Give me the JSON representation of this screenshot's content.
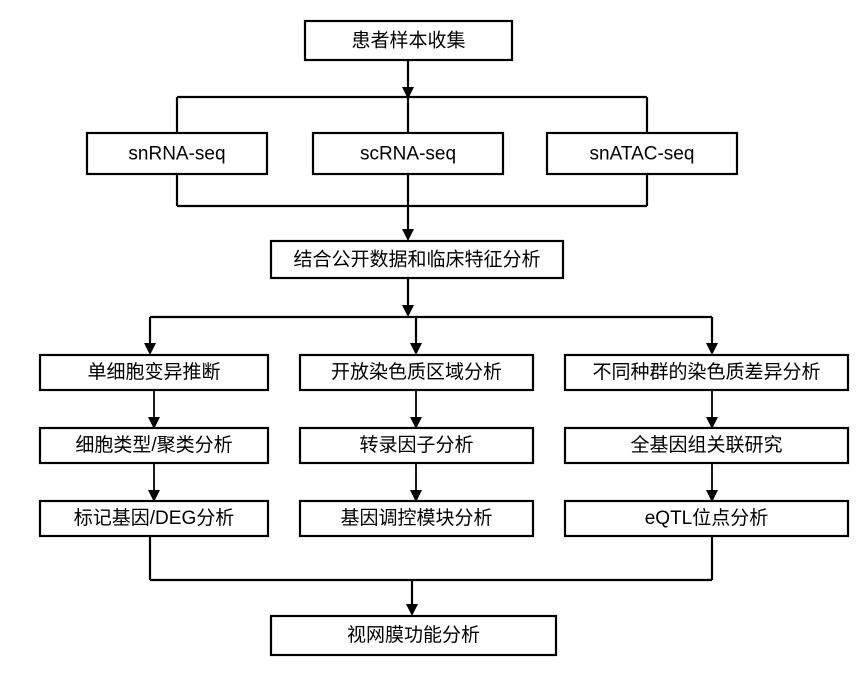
{
  "diagram": {
    "title": "Single-cell multi-omics retinal analysis workflow",
    "background_color": "#ffffff",
    "line_color": "#000000",
    "text_color": "#000000",
    "nodes": {
      "sample_collection": "患者样本收集",
      "snrna_seq": "snRNA-seq",
      "scrna_seq": "scRNA-seq",
      "snatac_seq": "snATAC-seq",
      "combined_analysis": "结合公开数据和临床特征分析",
      "col1_row1": "单细胞变异推断",
      "col1_row2": "细胞类型/聚类分析",
      "col1_row3": "标记基因/DEG分析",
      "col2_row1": "开放染色质区域分析",
      "col2_row2": "转录因子分析",
      "col2_row3": "基因调控模块分析",
      "col3_row1": "不同种群的染色质差异分析",
      "col3_row2": "全基因组关联研究",
      "col3_row3": "eQTL位点分析",
      "retinal_function": "视网膜功能分析"
    }
  }
}
